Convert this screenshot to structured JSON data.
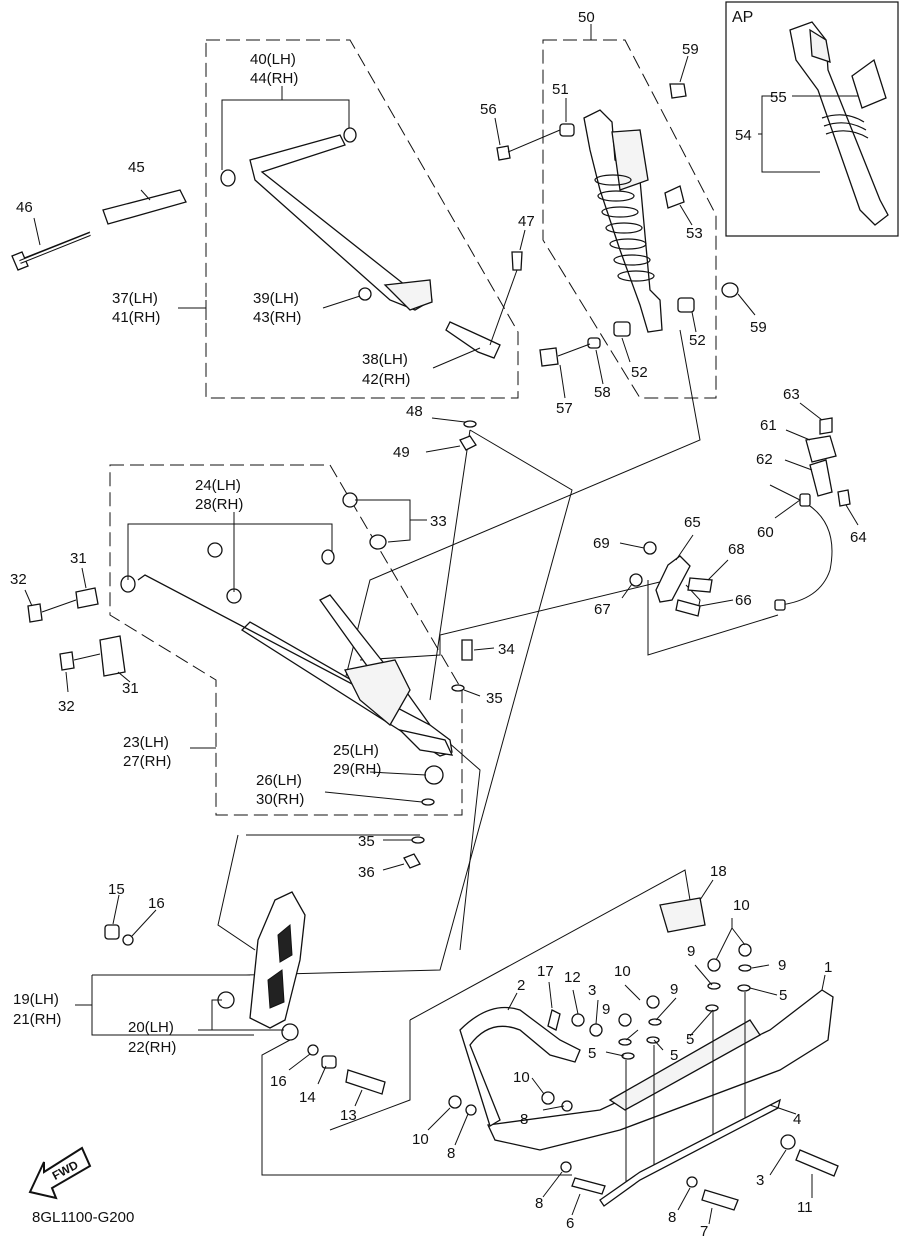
{
  "diagram_code": "8GL1100-G200",
  "inset_title": "AP",
  "fwd_label": "FWD",
  "callouts": {
    "c1": "1",
    "c2": "2",
    "c3a": "3",
    "c3b": "3",
    "c4": "4",
    "c5a": "5",
    "c5b": "5",
    "c5c": "5",
    "c5d": "5",
    "c6": "6",
    "c7": "7",
    "c8a": "8",
    "c8b": "8",
    "c8c": "8",
    "c8d": "8",
    "c9a": "9",
    "c9b": "9",
    "c9c": "9",
    "c9d": "9",
    "c10a": "10",
    "c10b": "10",
    "c10c": "10",
    "c10d": "10",
    "c11": "11",
    "c12": "12",
    "c13": "13",
    "c14": "14",
    "c15": "15",
    "c16a": "16",
    "c16b": "16",
    "c17": "17",
    "c18": "18",
    "c19": "19(LH)",
    "c21": "21(RH)",
    "c20": "20(LH)",
    "c22": "22(RH)",
    "c23": "23(LH)",
    "c27": "27(RH)",
    "c24": "24(LH)",
    "c28": "28(RH)",
    "c25": "25(LH)",
    "c29": "29(RH)",
    "c26": "26(LH)",
    "c30": "30(RH)",
    "c31a": "31",
    "c31b": "31",
    "c32a": "32",
    "c32b": "32",
    "c33": "33",
    "c34": "34",
    "c35a": "35",
    "c35b": "35",
    "c36": "36",
    "c37": "37(LH)",
    "c41": "41(RH)",
    "c38": "38(LH)",
    "c42": "42(RH)",
    "c39": "39(LH)",
    "c43": "43(RH)",
    "c40": "40(LH)",
    "c44": "44(RH)",
    "c45": "45",
    "c46": "46",
    "c47": "47",
    "c48": "48",
    "c49": "49",
    "c50": "50",
    "c51": "51",
    "c52a": "52",
    "c52b": "52",
    "c53": "53",
    "c54": "54",
    "c55": "55",
    "c56": "56",
    "c57": "57",
    "c58": "58",
    "c59a": "59",
    "c59b": "59",
    "c60": "60",
    "c61": "61",
    "c62": "62",
    "c63": "63",
    "c64": "64",
    "c65": "65",
    "c66": "66",
    "c67": "67",
    "c68": "68",
    "c69": "69"
  }
}
